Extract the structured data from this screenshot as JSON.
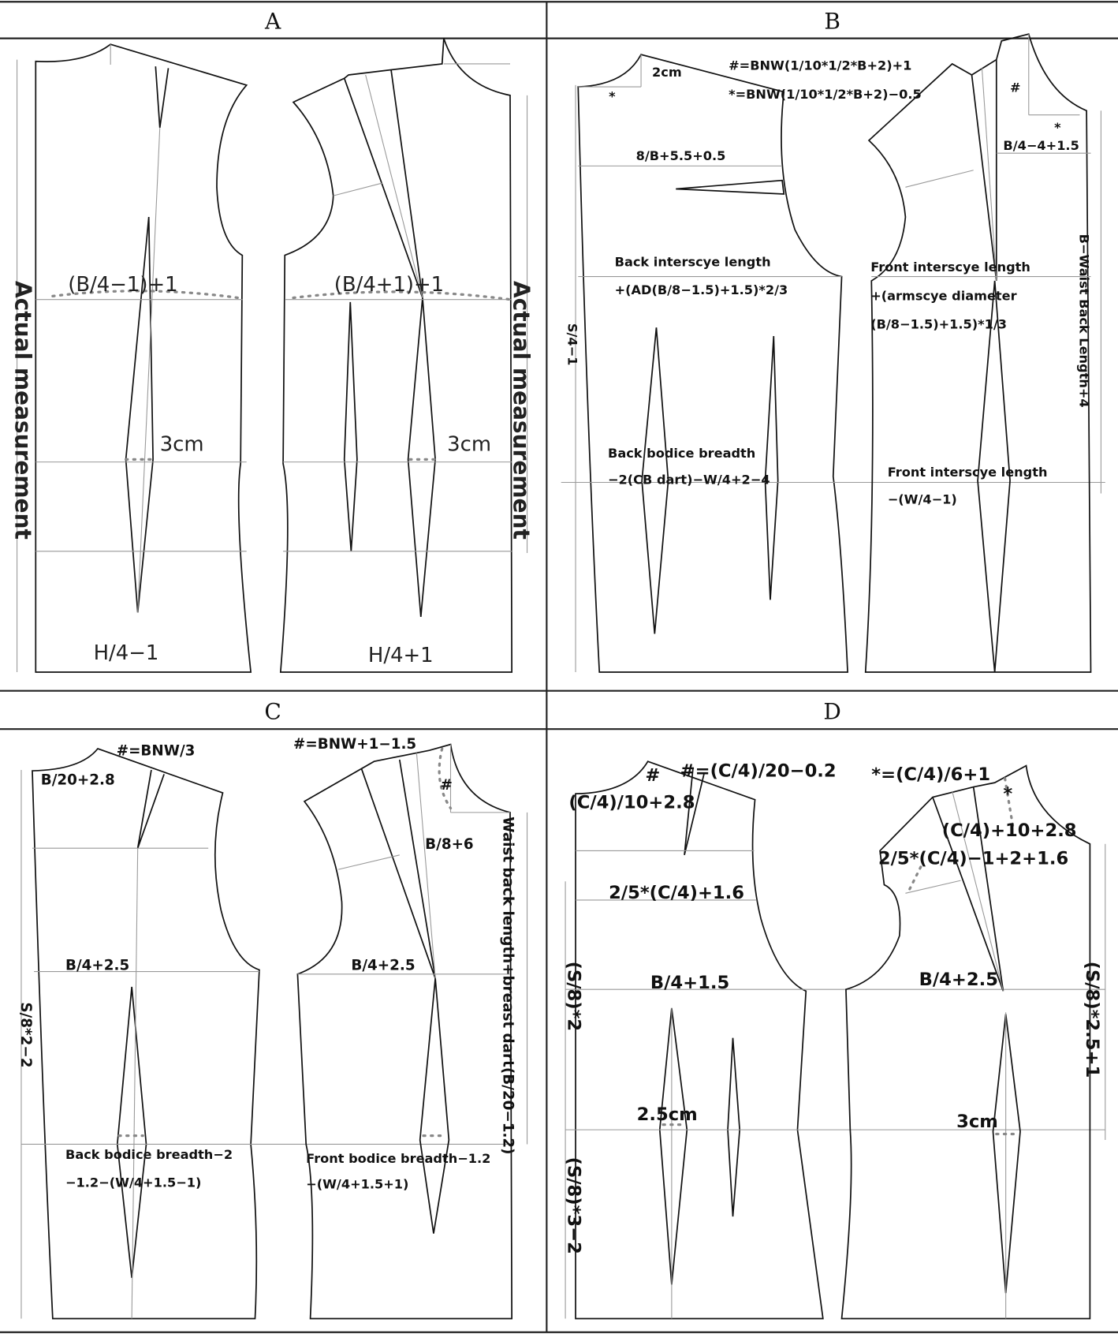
{
  "panels": {
    "A": {
      "header": "A",
      "labels": {
        "back_bust": "(B/4−1)+1",
        "front_bust": "(B/4+1)+1",
        "back_dart": "3cm",
        "front_dart": "3cm",
        "back_hip": "H/4−1",
        "front_hip": "H/4+1",
        "left_vertical": "Actual measurement",
        "right_vertical": "Actual measurement"
      }
    },
    "B": {
      "header": "B",
      "labels": {
        "neck_2cm": "2cm",
        "hash_formula": "#=BNW(1/10*1/2*B+2)+1",
        "star_formula": "*=BNW(1/10*1/2*B+2)−0.5",
        "star": "*",
        "hash": "#",
        "star_front": "*",
        "back_width": "8/B+5.5+0.5",
        "front_neck": "B/4−4+1.5",
        "back_interscye_1": "Back interscye length",
        "back_interscye_2": "+(AD(B/8−1.5)+1.5)*2/3",
        "front_interscye_1": "Front interscye length",
        "front_interscye_2": "+(armscye diameter",
        "front_interscye_3": "(B/8−1.5)+1.5)*1/3",
        "left_vertical": "S/4−1",
        "right_vertical": "B−Waist Back Length+4",
        "back_bodice_1": "Back bodice breadth",
        "back_bodice_2": "−2(CB dart)−W/4+2−4",
        "front_waist_1": "Front interscye length",
        "front_waist_2": "−(W/4−1)"
      }
    },
    "C": {
      "header": "C",
      "labels": {
        "back_neck_formula": "#=BNW/3",
        "back_neck": "B/20+2.8",
        "front_neck_formula": "#=BNW+1−1.5",
        "hash": "#",
        "front_width": "B/8+6",
        "back_bust": "B/4+2.5",
        "front_bust": "B/4+2.5",
        "left_vertical": "S/8*2−2",
        "right_vertical": "Waist back length+breast dart(B/20−1.2)",
        "back_bodice_1": "Back bodice breadth−2",
        "back_bodice_2": "−1.2−(W/4+1.5−1)",
        "front_bodice_1": "Front bodice breadth−1.2",
        "front_bodice_2": "−(W/4+1.5+1)"
      }
    },
    "D": {
      "header": "D",
      "labels": {
        "hash_mark": "#",
        "hash_formula": "#=(C/4)/20−0.2",
        "star_formula": "*=(C/4)/6+1",
        "back_neck": "(C/4)/10+2.8",
        "star_mark": "*",
        "front_neck": "(C/4)+10+2.8",
        "front_width": "2/5*(C/4)−1+2+1.6",
        "back_width": "2/5*(C/4)+1.6",
        "back_bust": "B/4+1.5",
        "front_bust": "B/4+2.5",
        "left_vertical_1": "(S/8)*2",
        "left_vertical_2": "(S/8)*3−2",
        "right_vertical": "(S/8)*2.5+1",
        "back_dart": "2.5cm",
        "front_dart": "3cm"
      }
    }
  }
}
